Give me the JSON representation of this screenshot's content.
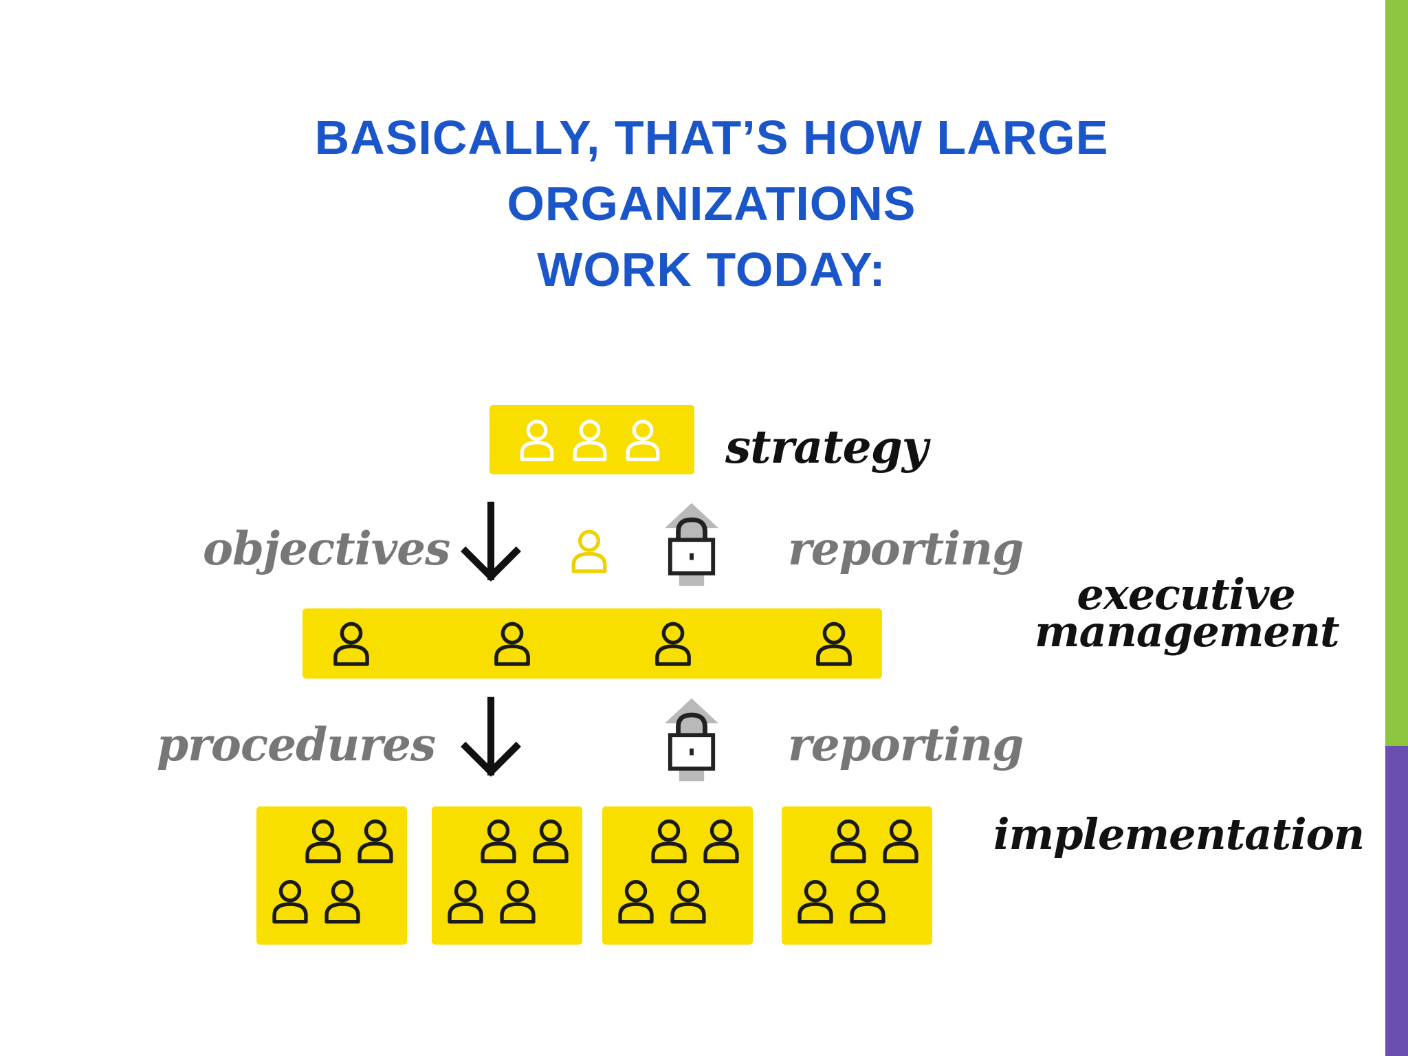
{
  "slide": {
    "title_lines": [
      "BASICALLY, THAT’S HOW LARGE",
      "ORGANIZATIONS",
      "WORK TODAY:"
    ]
  },
  "diagram": {
    "level_labels": {
      "strategy": "strategy",
      "executive_line1": "executive",
      "executive_line2": "management",
      "implementation": "implementation"
    },
    "flow_labels": {
      "objectives": "objectives",
      "reporting_top": "reporting",
      "procedures": "procedures",
      "reporting_bottom": "reporting"
    },
    "people_counts": {
      "strategy": 3,
      "liaison": 1,
      "executive_management": 4,
      "implementation_teams": [
        4,
        4,
        4,
        4
      ]
    }
  },
  "colors": {
    "title": "#1a56c9",
    "box_fill": "#f8df00",
    "person_on_box": "#1a1a1a",
    "person_on_strategy": "#ffffff",
    "person_liaison": "#f0d000",
    "arrow_down": "#111111",
    "reporting_arrow": "#b9b9b9",
    "lock": "#222222",
    "accent_green": "#8cc63f",
    "accent_purple": "#6a4fb0"
  },
  "icons": {
    "person": "person-icon",
    "down_arrow": "down-arrow-icon",
    "up_arrow": "up-arrow-icon",
    "lock": "lock-icon"
  }
}
